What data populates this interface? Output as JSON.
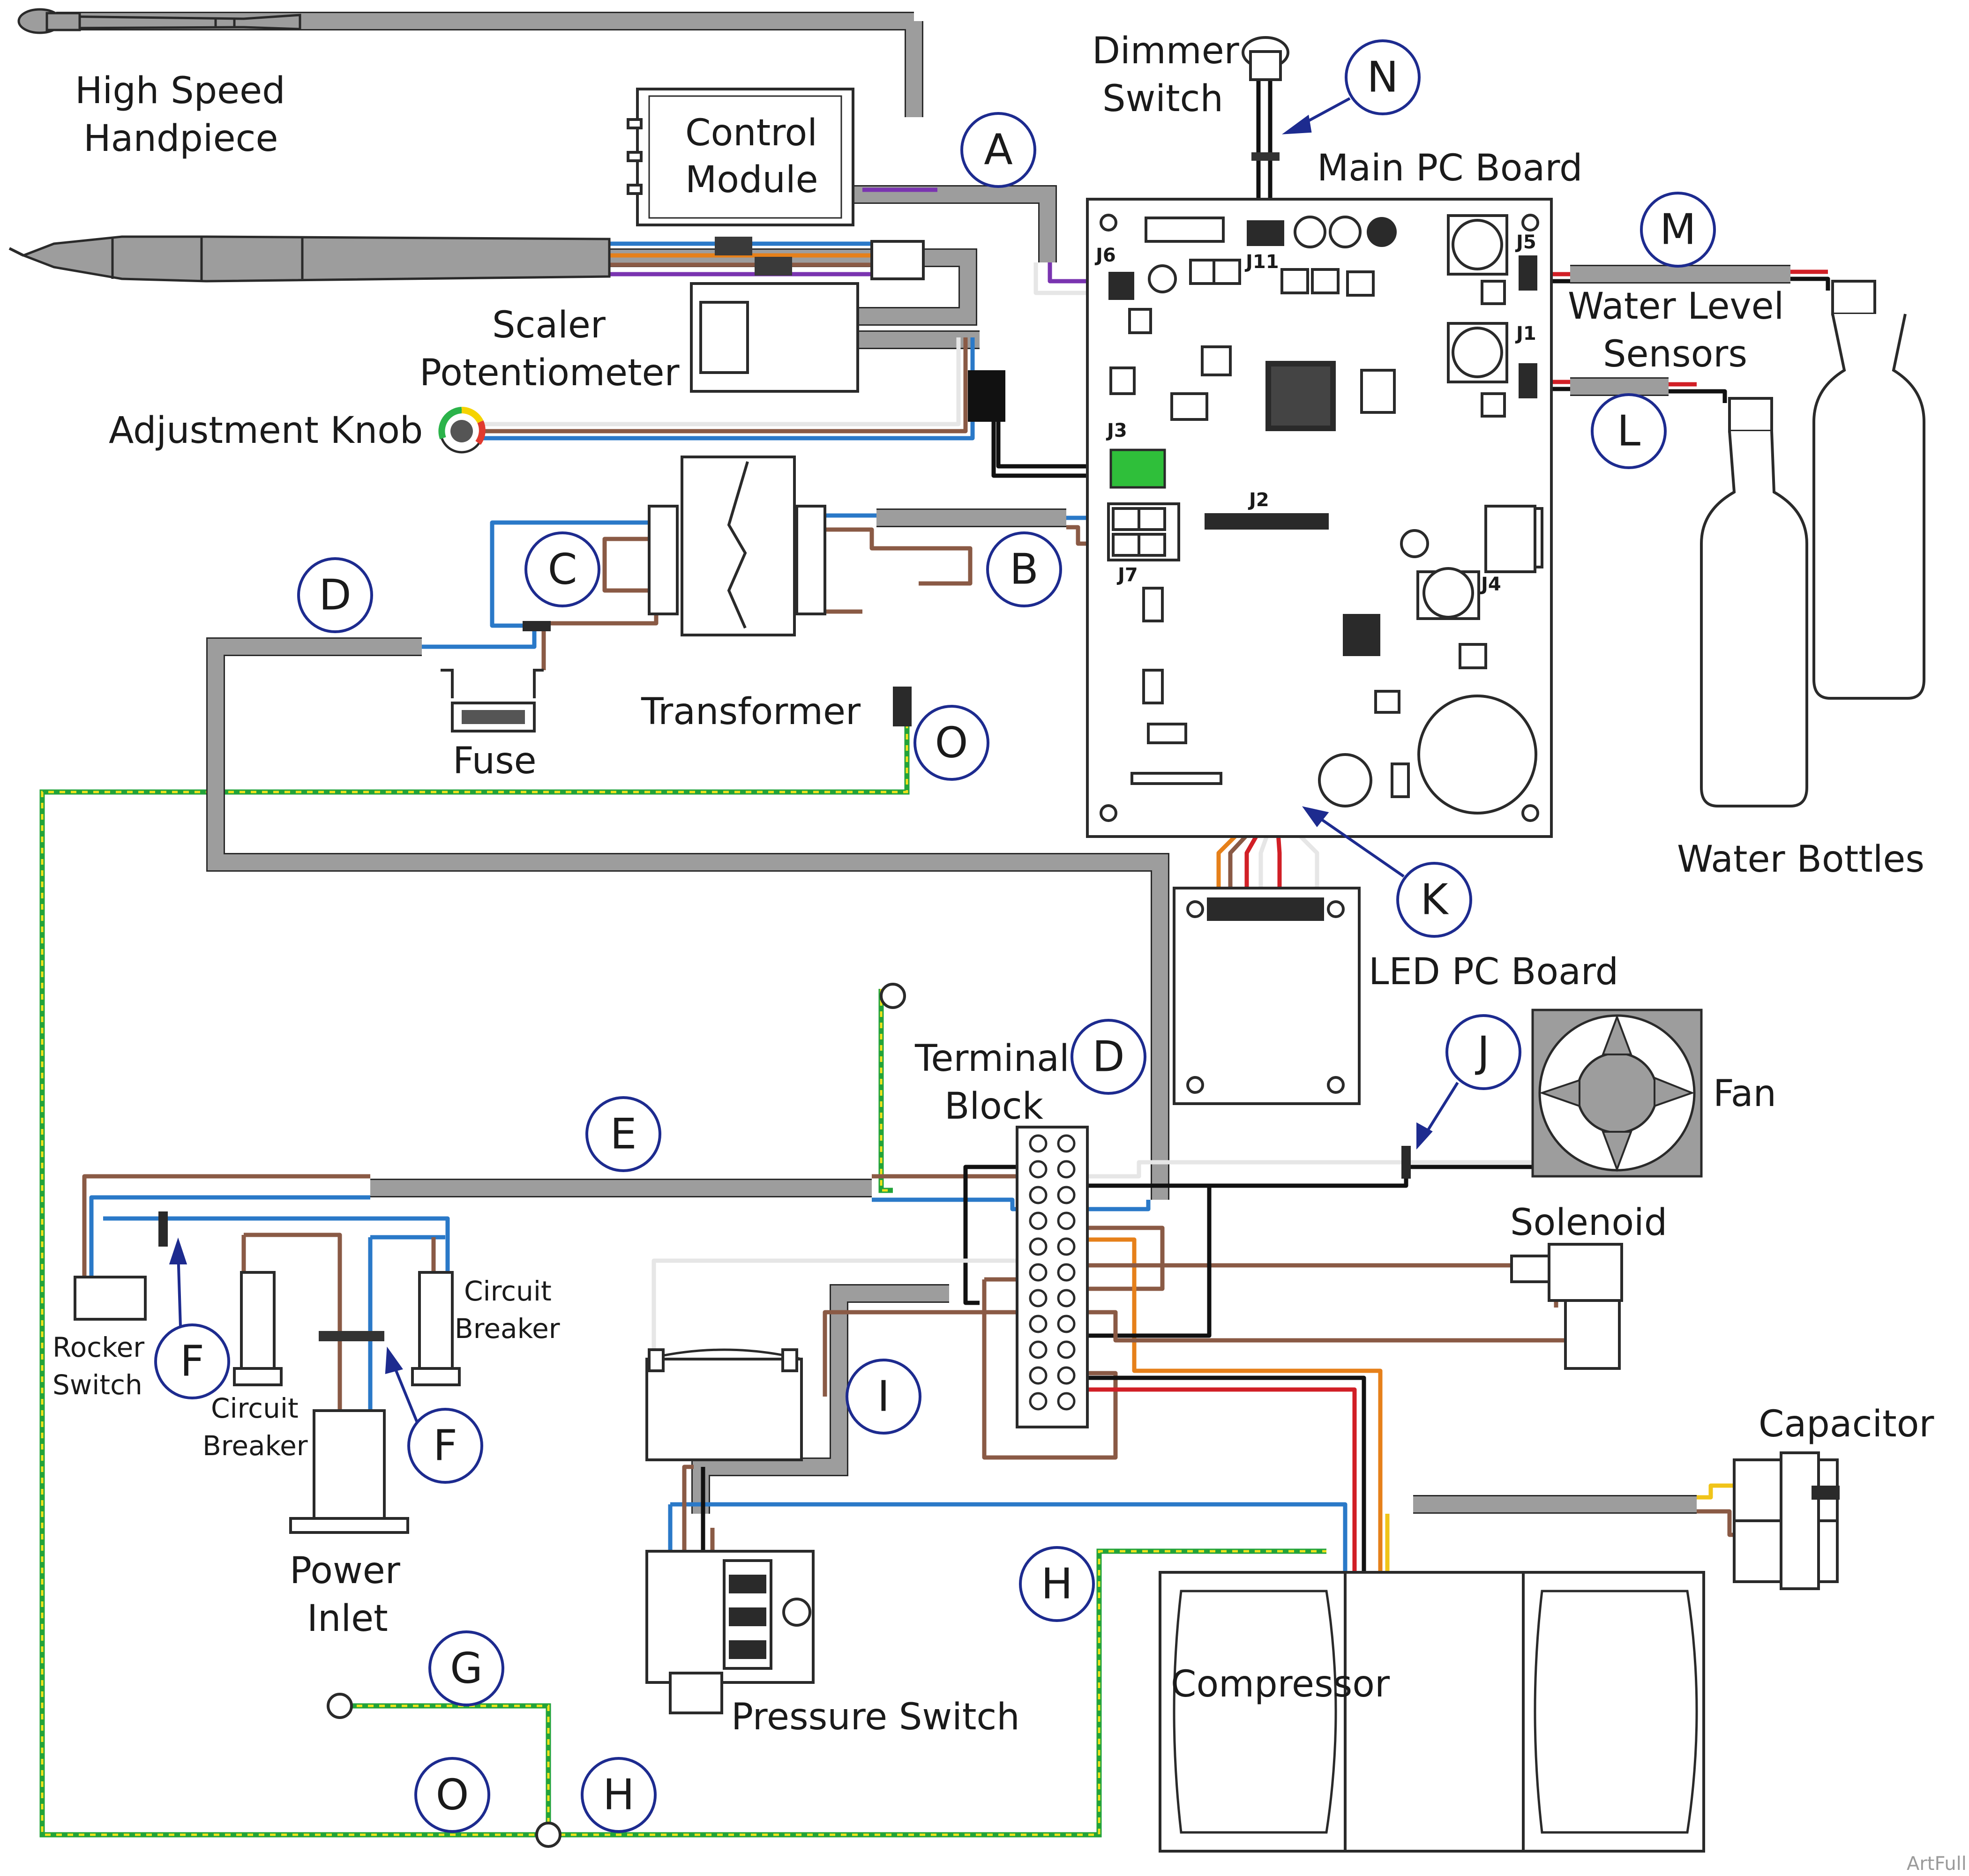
{
  "labels": {
    "high_speed_handpiece": [
      "High Speed",
      "Handpiece"
    ],
    "control_module": [
      "Control",
      "Module"
    ],
    "scaler_potentiometer": [
      "Scaler",
      "Potentiometer"
    ],
    "adjustment_knob": "Adjustment Knob",
    "dimmer_switch": [
      "Dimmer",
      "Switch"
    ],
    "main_pc_board": "Main PC Board",
    "water_level_sensors": [
      "Water Level",
      "Sensors"
    ],
    "water_bottles": "Water Bottles",
    "transformer": "Transformer",
    "fuse": "Fuse",
    "led_pc_board": "LED PC Board",
    "terminal_block": [
      "Terminal",
      "Block"
    ],
    "fan": "Fan",
    "solenoid": "Solenoid",
    "capacitor": "Capacitor",
    "compressor": "Compressor",
    "pressure_switch": "Pressure Switch",
    "power_inlet": [
      "Power",
      "Inlet"
    ],
    "rocker_switch": [
      "Rocker",
      "Switch"
    ],
    "circuit_breaker_left": [
      "Circuit",
      "Breaker"
    ],
    "circuit_breaker_right": [
      "Circuit",
      "Breaker"
    ]
  },
  "connectors": {
    "j1": "J1",
    "j2": "J2",
    "j3": "J3",
    "j4": "J4",
    "j5": "J5",
    "j6": "J6",
    "j7": "J7",
    "j11": "J11"
  },
  "callouts": {
    "a": "A",
    "b": "B",
    "c": "C",
    "d_top": "D",
    "d_terminal": "D",
    "e": "E",
    "f_left": "F",
    "f_right": "F",
    "g": "G",
    "h_mid": "H",
    "h_bottom": "H",
    "i": "I",
    "j": "J",
    "k": "K",
    "l": "L",
    "m": "M",
    "n": "N",
    "o_top": "O",
    "o_bottom": "O"
  },
  "watermark": "ArtFull",
  "colors": {
    "cable_gray": "#9d9d9d",
    "wire_blue": "#2a79c8",
    "wire_brown": "#8a5a45",
    "wire_red": "#d11f26",
    "wire_orange": "#e6801a",
    "wire_purple": "#7a34b0",
    "ground_green": "#22a33a",
    "ground_yellow": "#f2e21c",
    "connector_j3_green": "#2fbf3a",
    "callout_ring": "#1d2b8f"
  }
}
